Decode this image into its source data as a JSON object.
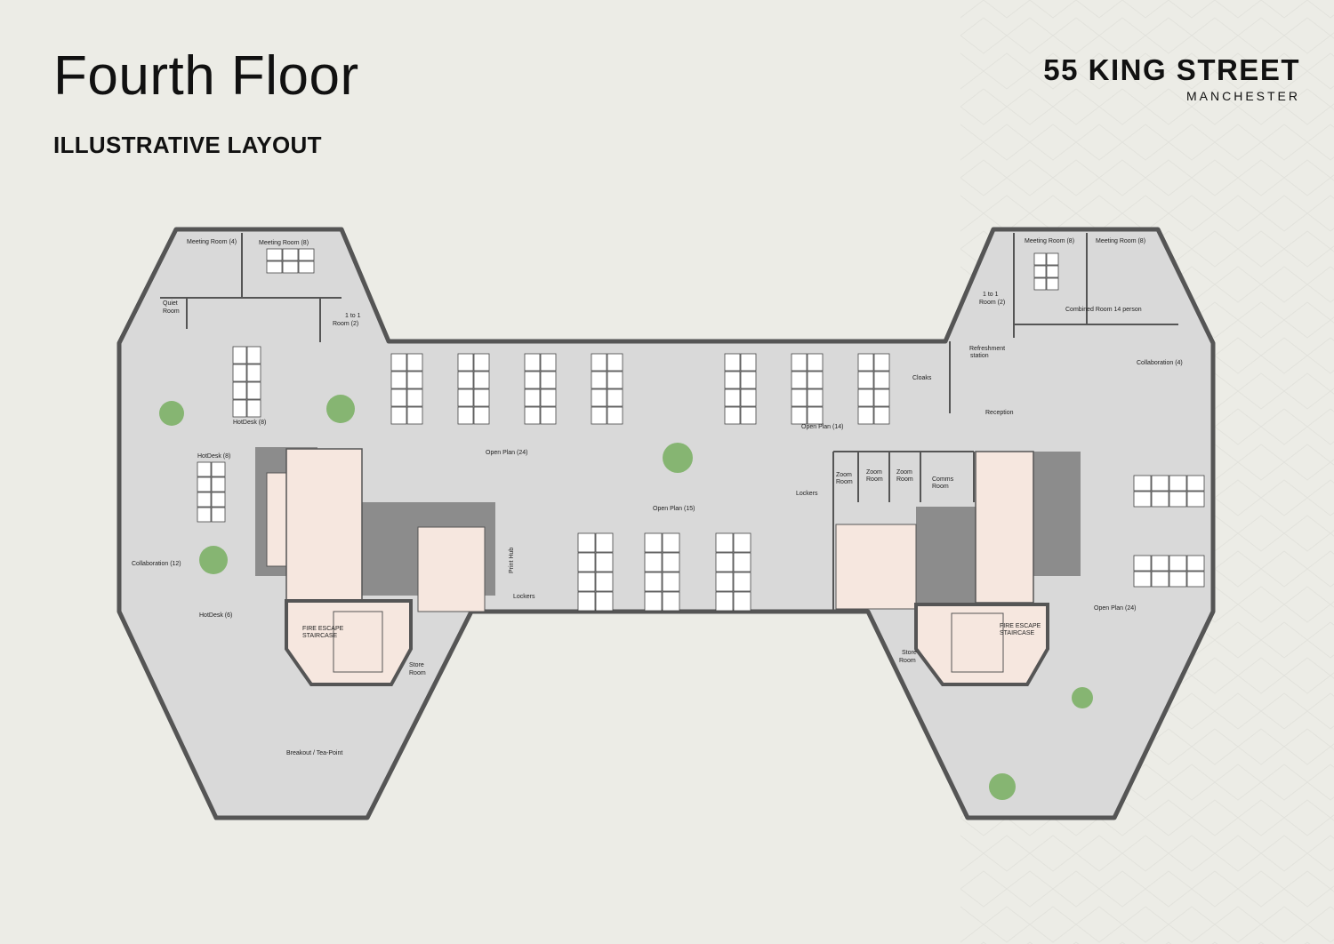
{
  "header": {
    "title": "Fourth Floor",
    "subtitle": "ILLUSTRATIVE LAYOUT"
  },
  "brand": {
    "name": "55 KING STREET",
    "city": "MANCHESTER"
  },
  "colors": {
    "background": "#ecece6",
    "floor": "#d9d9d9",
    "core": "#8c8c8c",
    "wc": "#f6e7df",
    "wall": "#555555",
    "plant": "#6aa84f"
  },
  "rooms": {
    "meeting_room_4_left": "Meeting Room (4)",
    "meeting_room_8_left": "Meeting Room (8)",
    "quiet_room_a": "Quiet",
    "quiet_room_b": "Room",
    "one_to_one_left_a": "1 to 1",
    "one_to_one_left_b": "Room (2)",
    "hotdesk_8_top": "HotDesk (8)",
    "hotdesk_8_left": "HotDesk (8)",
    "collaboration_12": "Collaboration (12)",
    "hotdesk_6": "HotDesk (6)",
    "fire_escape_left_a": "FIRE ESCAPE",
    "fire_escape_left_b": "STAIRCASE",
    "store_left_a": "Store",
    "store_left_b": "Room",
    "breakout": "Breakout / Tea-Point",
    "open_plan_24_top": "Open Plan (24)",
    "open_plan_15": "Open Plan (15)",
    "open_plan_14": "Open Plan (14)",
    "print_hub": "Print Hub",
    "lockers_left": "Lockers",
    "cloaks": "Cloaks",
    "lockers_right": "Lockers",
    "zoom_room": "Zoom",
    "zoom_room_b": "Room",
    "comms_a": "Comms",
    "comms_b": "Room",
    "meeting_room_8_right_a": "Meeting Room (8)",
    "meeting_room_8_right_b": "Meeting Room (8)",
    "one_to_one_right_a": "1 to 1",
    "one_to_one_right_b": "Room (2)",
    "combined_room": "Combined Room 14 person",
    "refreshment_a": "Refreshment",
    "refreshment_b": "station",
    "reception": "Reception",
    "collaboration_4": "Collaboration (4)",
    "open_plan_24_right": "Open Plan (24)",
    "fire_escape_right_a": "FIRE ESCAPE",
    "fire_escape_right_b": "STAIRCASE",
    "store_right_a": "Store",
    "store_right_b": "Room"
  }
}
